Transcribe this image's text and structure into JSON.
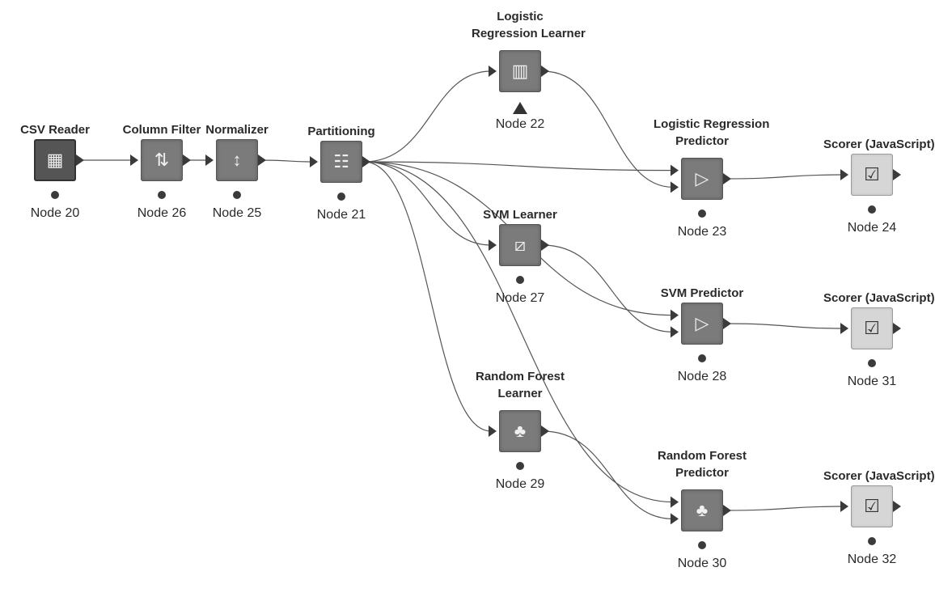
{
  "workflow": {
    "nodes": [
      {
        "id": "n20",
        "title": [
          "CSV Reader"
        ],
        "label": "Node 20",
        "icon": "table-icon",
        "kind": "reader",
        "status": "dot"
      },
      {
        "id": "n26",
        "title": [
          "Column Filter"
        ],
        "label": "Node 26",
        "icon": "filter-icon",
        "kind": "normal",
        "status": "dot"
      },
      {
        "id": "n25",
        "title": [
          "Normalizer"
        ],
        "label": "Node 25",
        "icon": "normalize-icon",
        "kind": "normal",
        "status": "dot"
      },
      {
        "id": "n21",
        "title": [
          "Partitioning"
        ],
        "label": "Node 21",
        "icon": "partition-icon",
        "kind": "normal",
        "status": "dot"
      },
      {
        "id": "n22",
        "title": [
          "Logistic",
          "Regression Learner"
        ],
        "label": "Node 22",
        "icon": "chart-icon",
        "kind": "normal",
        "status": "warn"
      },
      {
        "id": "n23",
        "title": [
          "Logistic Regression",
          "Predictor"
        ],
        "label": "Node 23",
        "icon": "predictor-icon",
        "kind": "normal",
        "status": "dot"
      },
      {
        "id": "n24",
        "title": [
          "Scorer (JavaScript)"
        ],
        "label": "Node 24",
        "icon": "scorer-icon",
        "kind": "scorer",
        "status": "dot"
      },
      {
        "id": "n27",
        "title": [
          "SVM Learner"
        ],
        "label": "Node 27",
        "icon": "svm-icon",
        "kind": "normal",
        "status": "dot"
      },
      {
        "id": "n28",
        "title": [
          "SVM Predictor"
        ],
        "label": "Node 28",
        "icon": "predictor-icon",
        "kind": "normal",
        "status": "dot"
      },
      {
        "id": "n31",
        "title": [
          "Scorer (JavaScript)"
        ],
        "label": "Node 31",
        "icon": "scorer-icon",
        "kind": "scorer",
        "status": "dot"
      },
      {
        "id": "n29",
        "title": [
          "Random Forest",
          "Learner"
        ],
        "label": "Node 29",
        "icon": "tree-icon",
        "kind": "normal",
        "status": "dot"
      },
      {
        "id": "n30",
        "title": [
          "Random Forest",
          "Predictor"
        ],
        "label": "Node 30",
        "icon": "tree-icon",
        "kind": "normal",
        "status": "dot"
      },
      {
        "id": "n32",
        "title": [
          "Scorer (JavaScript)"
        ],
        "label": "Node 32",
        "icon": "scorer-icon",
        "kind": "scorer",
        "status": "dot"
      }
    ],
    "connections": [
      [
        "n20",
        "n26"
      ],
      [
        "n26",
        "n25"
      ],
      [
        "n25",
        "n21"
      ],
      [
        "n21",
        "n22"
      ],
      [
        "n21",
        "n23"
      ],
      [
        "n21",
        "n27"
      ],
      [
        "n21",
        "n28"
      ],
      [
        "n21",
        "n29"
      ],
      [
        "n21",
        "n30"
      ],
      [
        "n22",
        "n23"
      ],
      [
        "n27",
        "n28"
      ],
      [
        "n29",
        "n30"
      ],
      [
        "n23",
        "n24"
      ],
      [
        "n28",
        "n31"
      ],
      [
        "n30",
        "n32"
      ]
    ]
  }
}
